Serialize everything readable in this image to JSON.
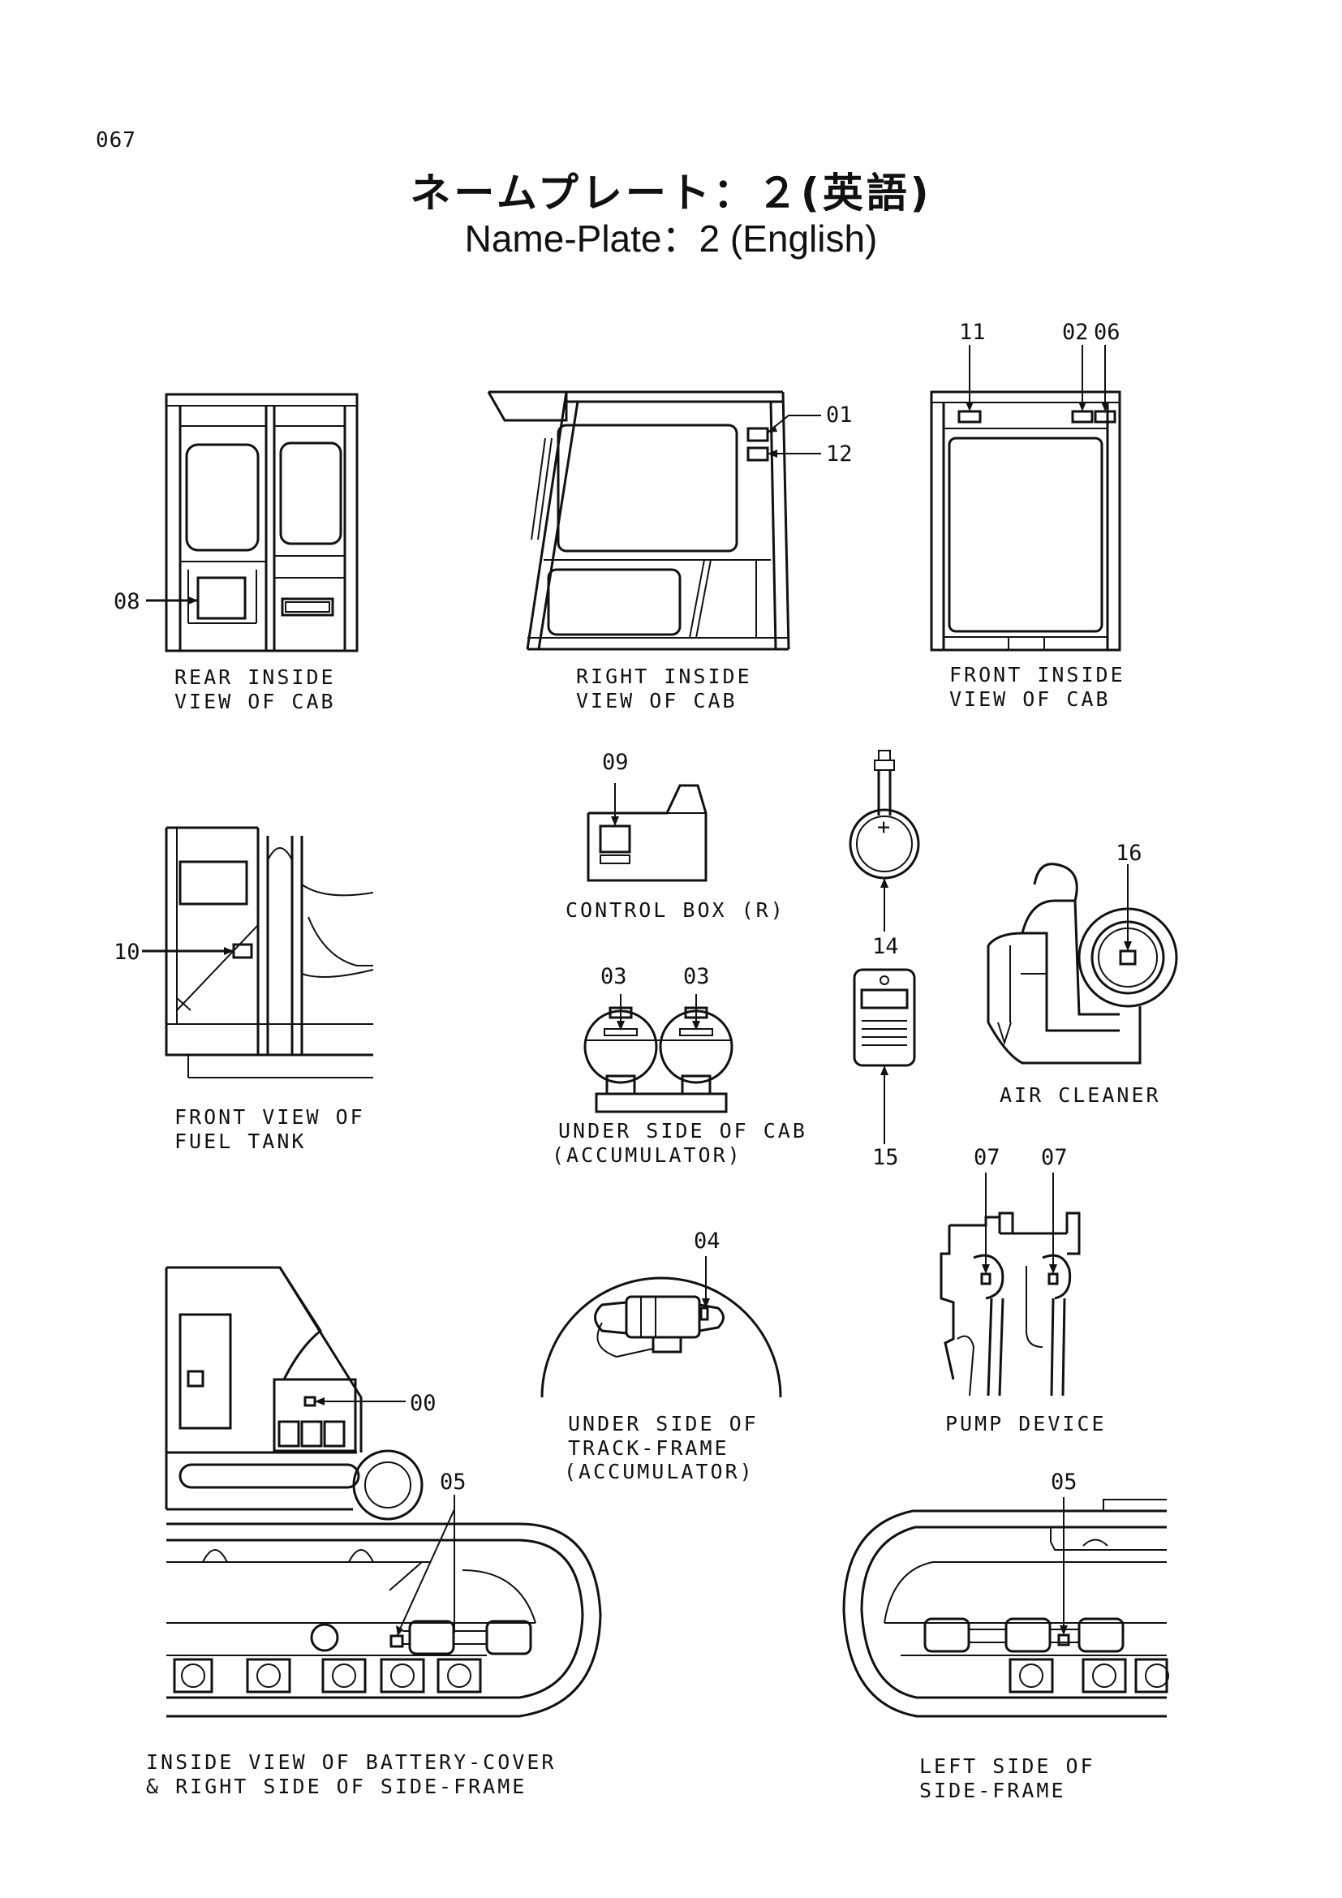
{
  "page": {
    "number": "067",
    "title_jp": "ネームプレート：２(英語)",
    "title_en": "Name-Plate：2 (English)"
  },
  "views": {
    "rear_cab": {
      "caption": [
        "REAR  INSIDE",
        "VIEW  OF  CAB"
      ]
    },
    "right_cab": {
      "caption": [
        "RIGHT  INSIDE",
        "VIEW  OF  CAB"
      ]
    },
    "front_cab": {
      "caption": [
        "FRONT  INSIDE",
        "VIEW  OF  CAB"
      ]
    },
    "fuel_tank": {
      "caption": [
        "FRONT  VIEW  OF",
        "FUEL  TANK"
      ]
    },
    "control_box": {
      "caption": [
        "CONTROL  BOX (R)"
      ]
    },
    "accumulator_cab": {
      "caption": [
        "UNDER  SIDE  OF  CAB",
        "(ACCUMULATOR)"
      ]
    },
    "air_cleaner": {
      "caption": [
        "AIR  CLEANER"
      ]
    },
    "track_frame": {
      "caption": [
        "UNDER  SIDE  OF",
        "TRACK-FRAME",
        "(ACCUMULATOR)"
      ]
    },
    "pump_device": {
      "caption": [
        "PUMP  DEVICE"
      ]
    },
    "battery_cover": {
      "caption": [
        "INSIDE  VIEW  OF  BATTERY-COVER",
        "&  RIGHT  SIDE  OF  SIDE-FRAME"
      ]
    },
    "left_side_frame": {
      "caption": [
        "LEFT  SIDE  OF",
        "SIDE-FRAME"
      ]
    }
  },
  "callouts": {
    "c00": "00",
    "c01": "01",
    "c02": "02",
    "c03a": "03",
    "c03b": "03",
    "c04": "04",
    "c05a": "05",
    "c05b": "05",
    "c06": "06",
    "c07a": "07",
    "c07b": "07",
    "c08": "08",
    "c09": "09",
    "c10": "10",
    "c11": "11",
    "c12": "12",
    "c14": "14",
    "c15": "15",
    "c16": "16"
  },
  "symbols": {
    "plus": "+"
  }
}
